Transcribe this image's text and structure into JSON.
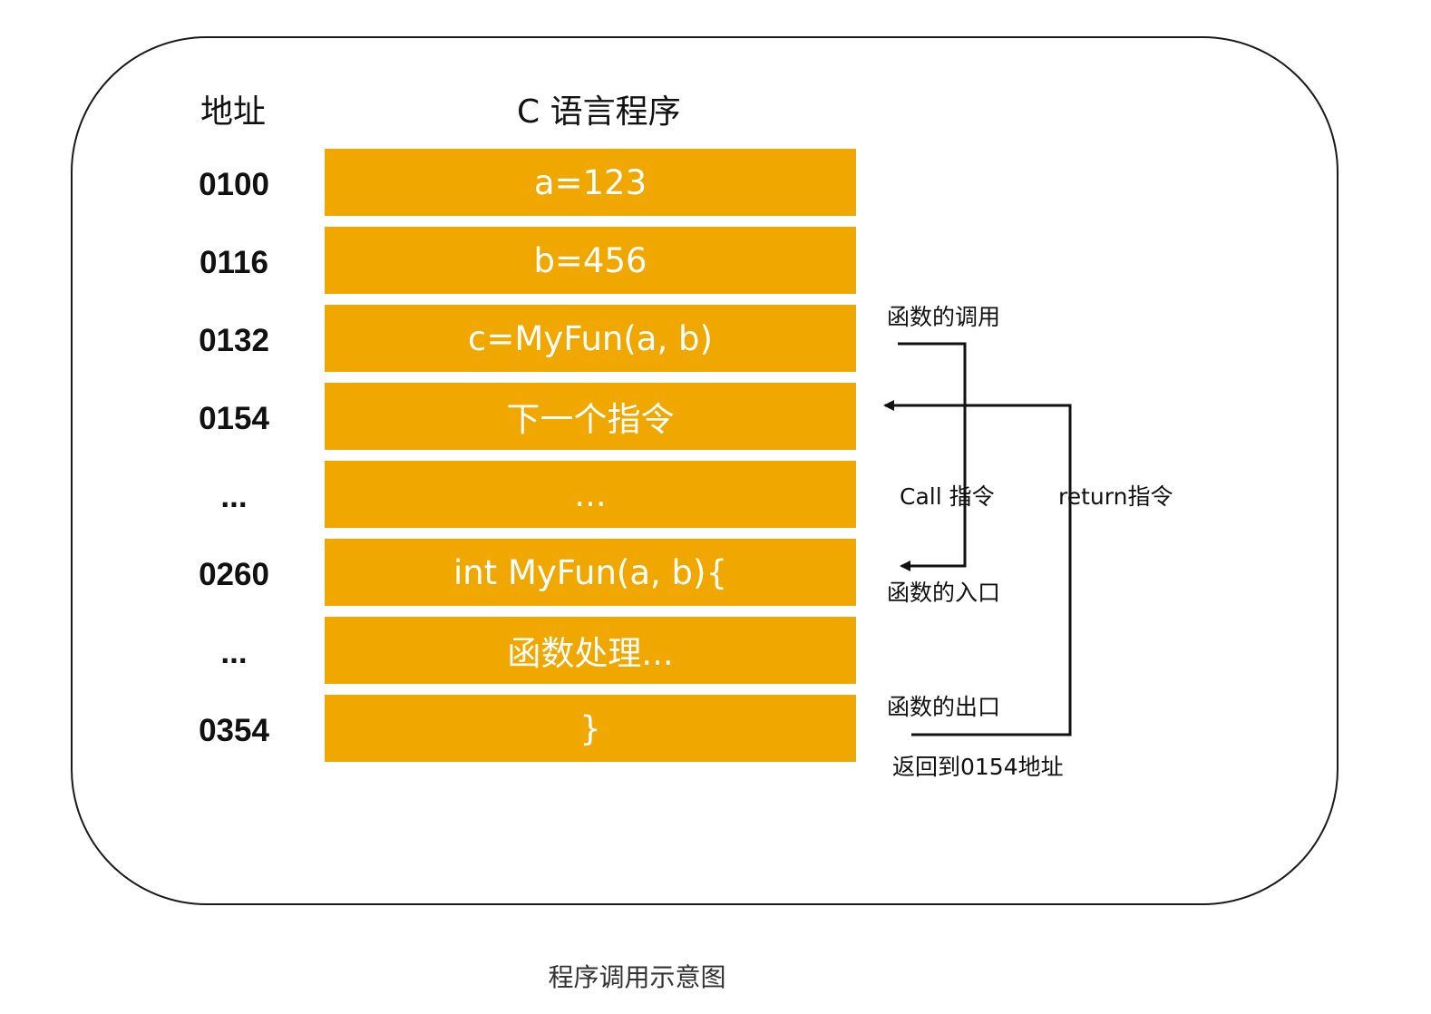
{
  "headers": {
    "address": "地址",
    "program": "C 语言程序"
  },
  "rows": [
    {
      "address": "0100",
      "code": "a=123"
    },
    {
      "address": "0116",
      "code": "b=456"
    },
    {
      "address": "0132",
      "code": "c=MyFun(a, b)"
    },
    {
      "address": "0154",
      "code": "下一个指令"
    },
    {
      "address": "...",
      "code": "..."
    },
    {
      "address": "0260",
      "code": "int MyFun(a, b){"
    },
    {
      "address": "...",
      "code": "函数处理..."
    },
    {
      "address": "0354",
      "code": "}"
    }
  ],
  "annotations": {
    "call_site": "函数的调用",
    "call_instruction": "Call 指令",
    "entry": "函数的入口",
    "return_instruction": "return指令",
    "exit": "函数的出口",
    "return_to": "返回到0154地址"
  },
  "caption": "程序调用示意图",
  "colors": {
    "cell_fill": "#f0a800",
    "cell_text": "#ffffff",
    "line": "#111111"
  }
}
